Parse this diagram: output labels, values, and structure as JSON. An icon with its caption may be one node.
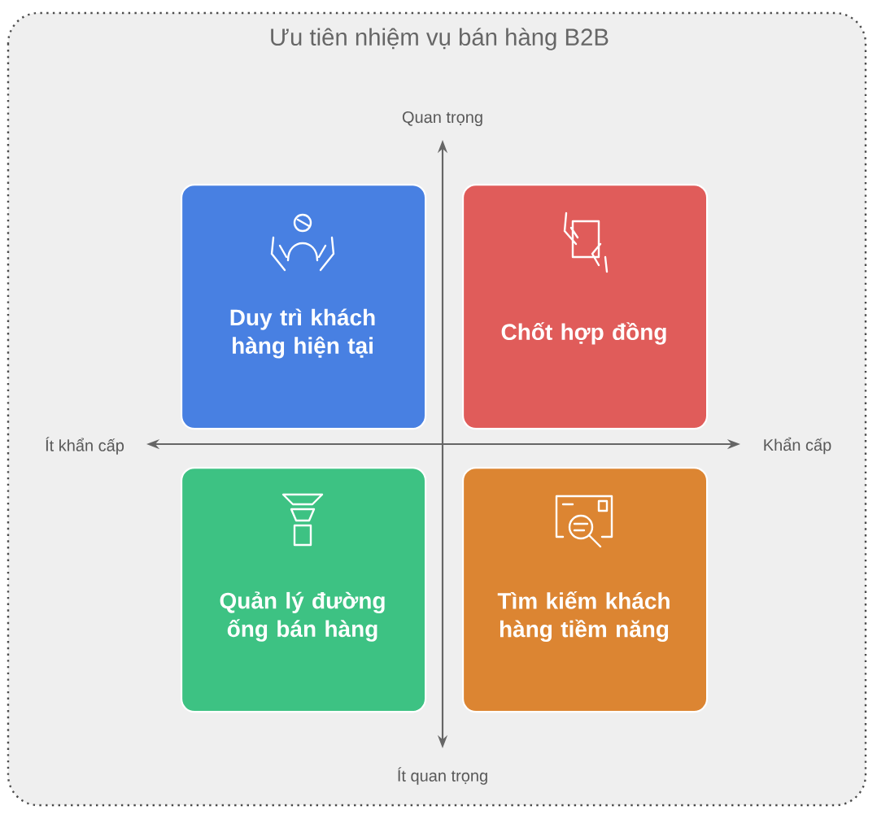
{
  "diagram": {
    "title": "Ưu tiên nhiệm vụ bán hàng B2B",
    "nodes": [
      {
        "text": [
          "Duy trì khách hàng hiện tại"
        ]
      },
      {
        "text": [
          "Chốt hợp đồng"
        ]
      },
      {
        "text": [
          "Quản lý đường ống bán hàng"
        ]
      },
      {
        "text": [
          "Tìm kiếm khách hàng tiềm năng"
        ]
      }
    ],
    "labels": [
      "Quan trọng",
      "Ít khẩn cấp",
      "Khẩn cấp",
      "Ít quan trọng"
    ]
  }
}
